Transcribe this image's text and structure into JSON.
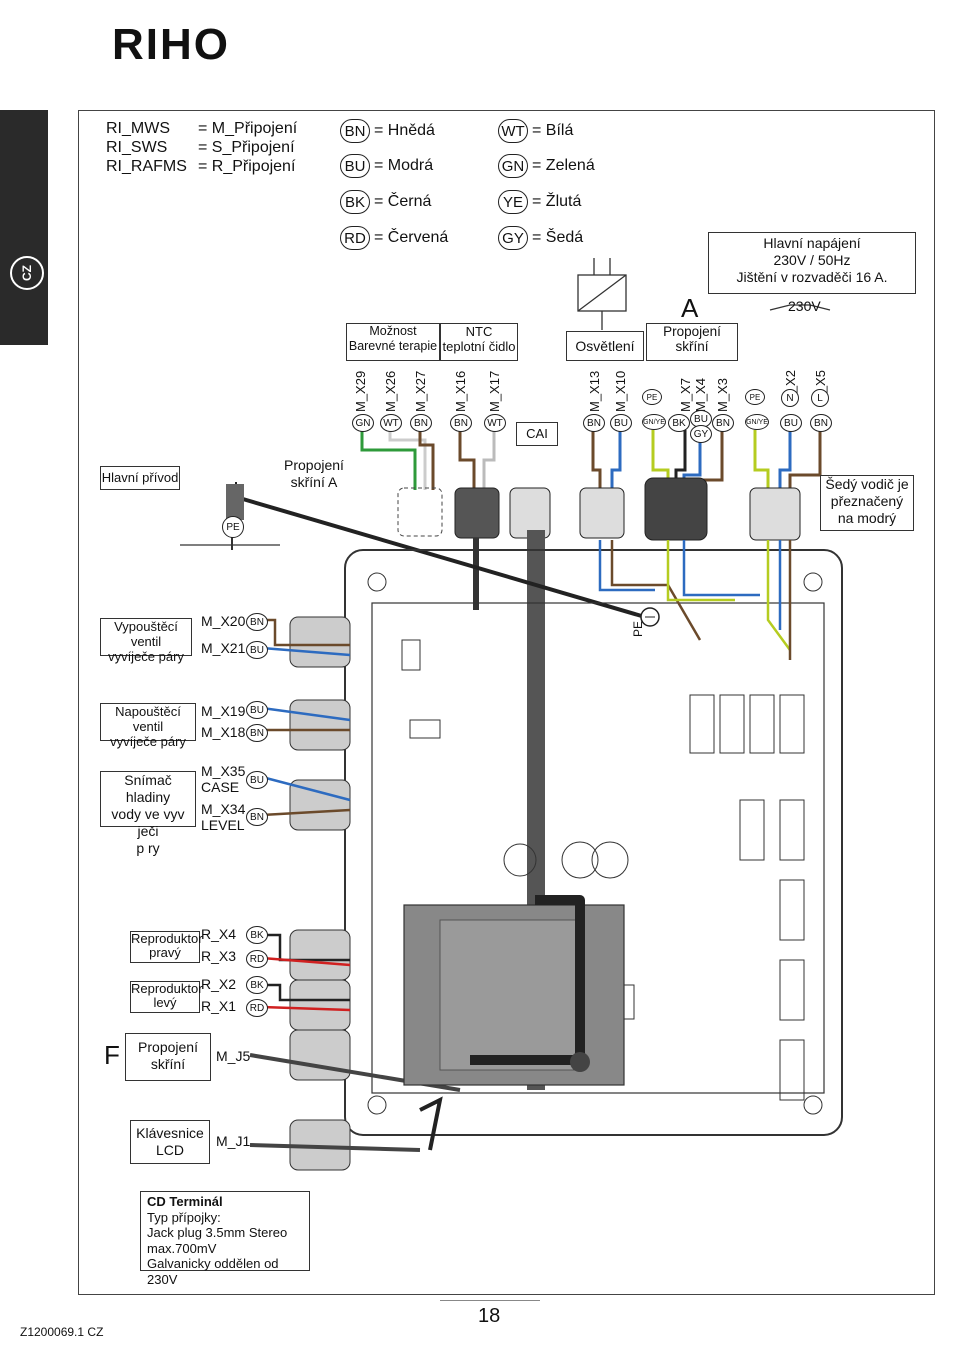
{
  "brand": "RIHO",
  "lang_tab": "CZ",
  "legend_models": [
    {
      "k": "RI_MWS",
      "v": "= M_Připojení"
    },
    {
      "k": "RI_SWS",
      "v": "= S_Připojení"
    },
    {
      "k": "RI_RAFMS",
      "v": "= R_Připojení"
    }
  ],
  "colors": [
    {
      "code": "BN",
      "name": "= Hnědá"
    },
    {
      "code": "WT",
      "name": "= Bílá"
    },
    {
      "code": "BU",
      "name": "= Modrá"
    },
    {
      "code": "GN",
      "name": "= Zelená"
    },
    {
      "code": "BK",
      "name": "= Černá"
    },
    {
      "code": "YE",
      "name": "= Žlutá"
    },
    {
      "code": "RD",
      "name": "= Červená"
    },
    {
      "code": "GY",
      "name": "= Šedá"
    }
  ],
  "main_power": [
    "Hlavní napájení",
    "230V / 50Hz",
    "Jištění v rozvaděči 16 A."
  ],
  "voltage": "230V",
  "label_A": "A",
  "label_F": "F",
  "top_boxes": {
    "color_therapy": [
      "Možnost",
      "Barevné terapie"
    ],
    "ntc": [
      "NTC",
      "teplotní čidlo"
    ],
    "light": "Osvětlení",
    "link": [
      "Propojení",
      "skříní"
    ],
    "cai": "CAI"
  },
  "top_connectors": [
    "M_X29",
    "M_X26",
    "M_X27",
    "M_X16",
    "M_X17",
    "M_X13",
    "M_X10",
    "M_X7",
    "M_X4",
    "M_X3",
    "M_X2",
    "M_X5"
  ],
  "top_wires": [
    "GN",
    "WT",
    "BN",
    "BN",
    "WT",
    "BN",
    "BU",
    "PE",
    "GN/YE",
    "BK",
    "BU",
    "GY",
    "BN",
    "PE",
    "GN/YE",
    "N",
    "BU",
    "L",
    "BN"
  ],
  "left_items": {
    "hlavni_privod": "Hlavní přívod",
    "pe": "PE",
    "propojeni_a": [
      "Propojení",
      "skříní A"
    ],
    "gray_note": [
      "Šedý vodič je",
      "přeznačený",
      "na modrý"
    ],
    "vypousteci": [
      "Vypouštěcí ventil",
      "vyvíječe páry"
    ],
    "napousteci": [
      "Napouštěcí ventil",
      "vyvíječe páry"
    ],
    "snimac": [
      "Snímač hladiny",
      "vody ve vyv ječi",
      "p ry"
    ],
    "repro_pravy": [
      "Reproduktor",
      "pravý"
    ],
    "repro_levy": [
      "Reproduktor",
      "levý"
    ],
    "propojeni_skrini": [
      "Propojení",
      "skříní"
    ],
    "klavesnice": [
      "Klávesnice",
      "LCD"
    ]
  },
  "left_connectors": {
    "x20": "M_X20",
    "x21": "M_X21",
    "x19": "M_X19",
    "x18": "M_X18",
    "x35": "M_X35",
    "case": "CASE",
    "x34": "M_X34",
    "level": "LEVEL",
    "rx4": "R_X4",
    "rx3": "R_X3",
    "rx2": "R_X2",
    "rx1": "R_X1",
    "j5": "M_J5",
    "j1": "M_J1"
  },
  "terminal": [
    "CD Terminál",
    "Typ přípojky:",
    "Jack plug 3.5mm Stereo",
    "max.700mV",
    "Galvanicky oddělen od 230V"
  ],
  "footer_code": "Z1200069.1",
  "footer_lang": "CZ",
  "page_number": "18",
  "pcb_pe": "PE"
}
